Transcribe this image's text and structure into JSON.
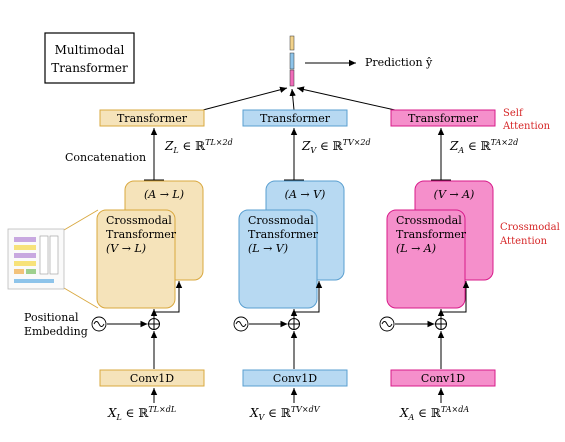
{
  "title_box": {
    "line1": "Multimodal",
    "line2": "Transformer"
  },
  "prediction": {
    "label": "Prediction ŷ",
    "colors": [
      "#f2d28a",
      "#8ec4ea",
      "#f06bb9"
    ]
  },
  "self_attention": {
    "line1": "Self",
    "line2": "Attention"
  },
  "crossmodal_attention": {
    "line1": "Crossmodal",
    "line2": "Attention"
  },
  "concatenation": "Concatenation",
  "positional_embedding": {
    "line1": "Positional",
    "line2": "Embedding"
  },
  "columns": [
    {
      "id": "L",
      "transformer_label": "Transformer",
      "conv_label": "Conv1D",
      "z_label": {
        "base": "Z",
        "sub": "L",
        "mid": " ∈ ℝ",
        "sup": "TL×2d"
      },
      "x_label": {
        "base": "X",
        "sub": "L",
        "mid": " ∈ ℝ",
        "sup": "TL×dL"
      },
      "back_card": "(A → L)",
      "front_card": {
        "line1": "Crossmodal",
        "line2": "Transformer",
        "line3": "(V → L)"
      },
      "fill": "#f5e3ba",
      "stroke": "#d9a83f"
    },
    {
      "id": "V",
      "transformer_label": "Transformer",
      "conv_label": "Conv1D",
      "z_label": {
        "base": "Z",
        "sub": "V",
        "mid": " ∈ ℝ",
        "sup": "TV×2d"
      },
      "x_label": {
        "base": "X",
        "sub": "V",
        "mid": " ∈ ℝ",
        "sup": "TV×dV"
      },
      "back_card": "(A → V)",
      "front_card": {
        "line1": "Crossmodal",
        "line2": "Transformer",
        "line3": "(L → V)"
      },
      "fill": "#b7d9f2",
      "stroke": "#5a9fd0"
    },
    {
      "id": "A",
      "transformer_label": "Transformer",
      "conv_label": "Conv1D",
      "z_label": {
        "base": "Z",
        "sub": "A",
        "mid": " ∈ ℝ",
        "sup": "TA×2d"
      },
      "x_label": {
        "base": "X",
        "sub": "A",
        "mid": " ∈ ℝ",
        "sup": "TA×dA"
      },
      "back_card": "(V → A)",
      "front_card": {
        "line1": "Crossmodal",
        "line2": "Transformer",
        "line3": "(L → A)"
      },
      "fill": "#f58fcb",
      "stroke": "#d81b8a"
    }
  ],
  "colors": {
    "accent_red": "#d62728",
    "arrow": "#000000"
  }
}
